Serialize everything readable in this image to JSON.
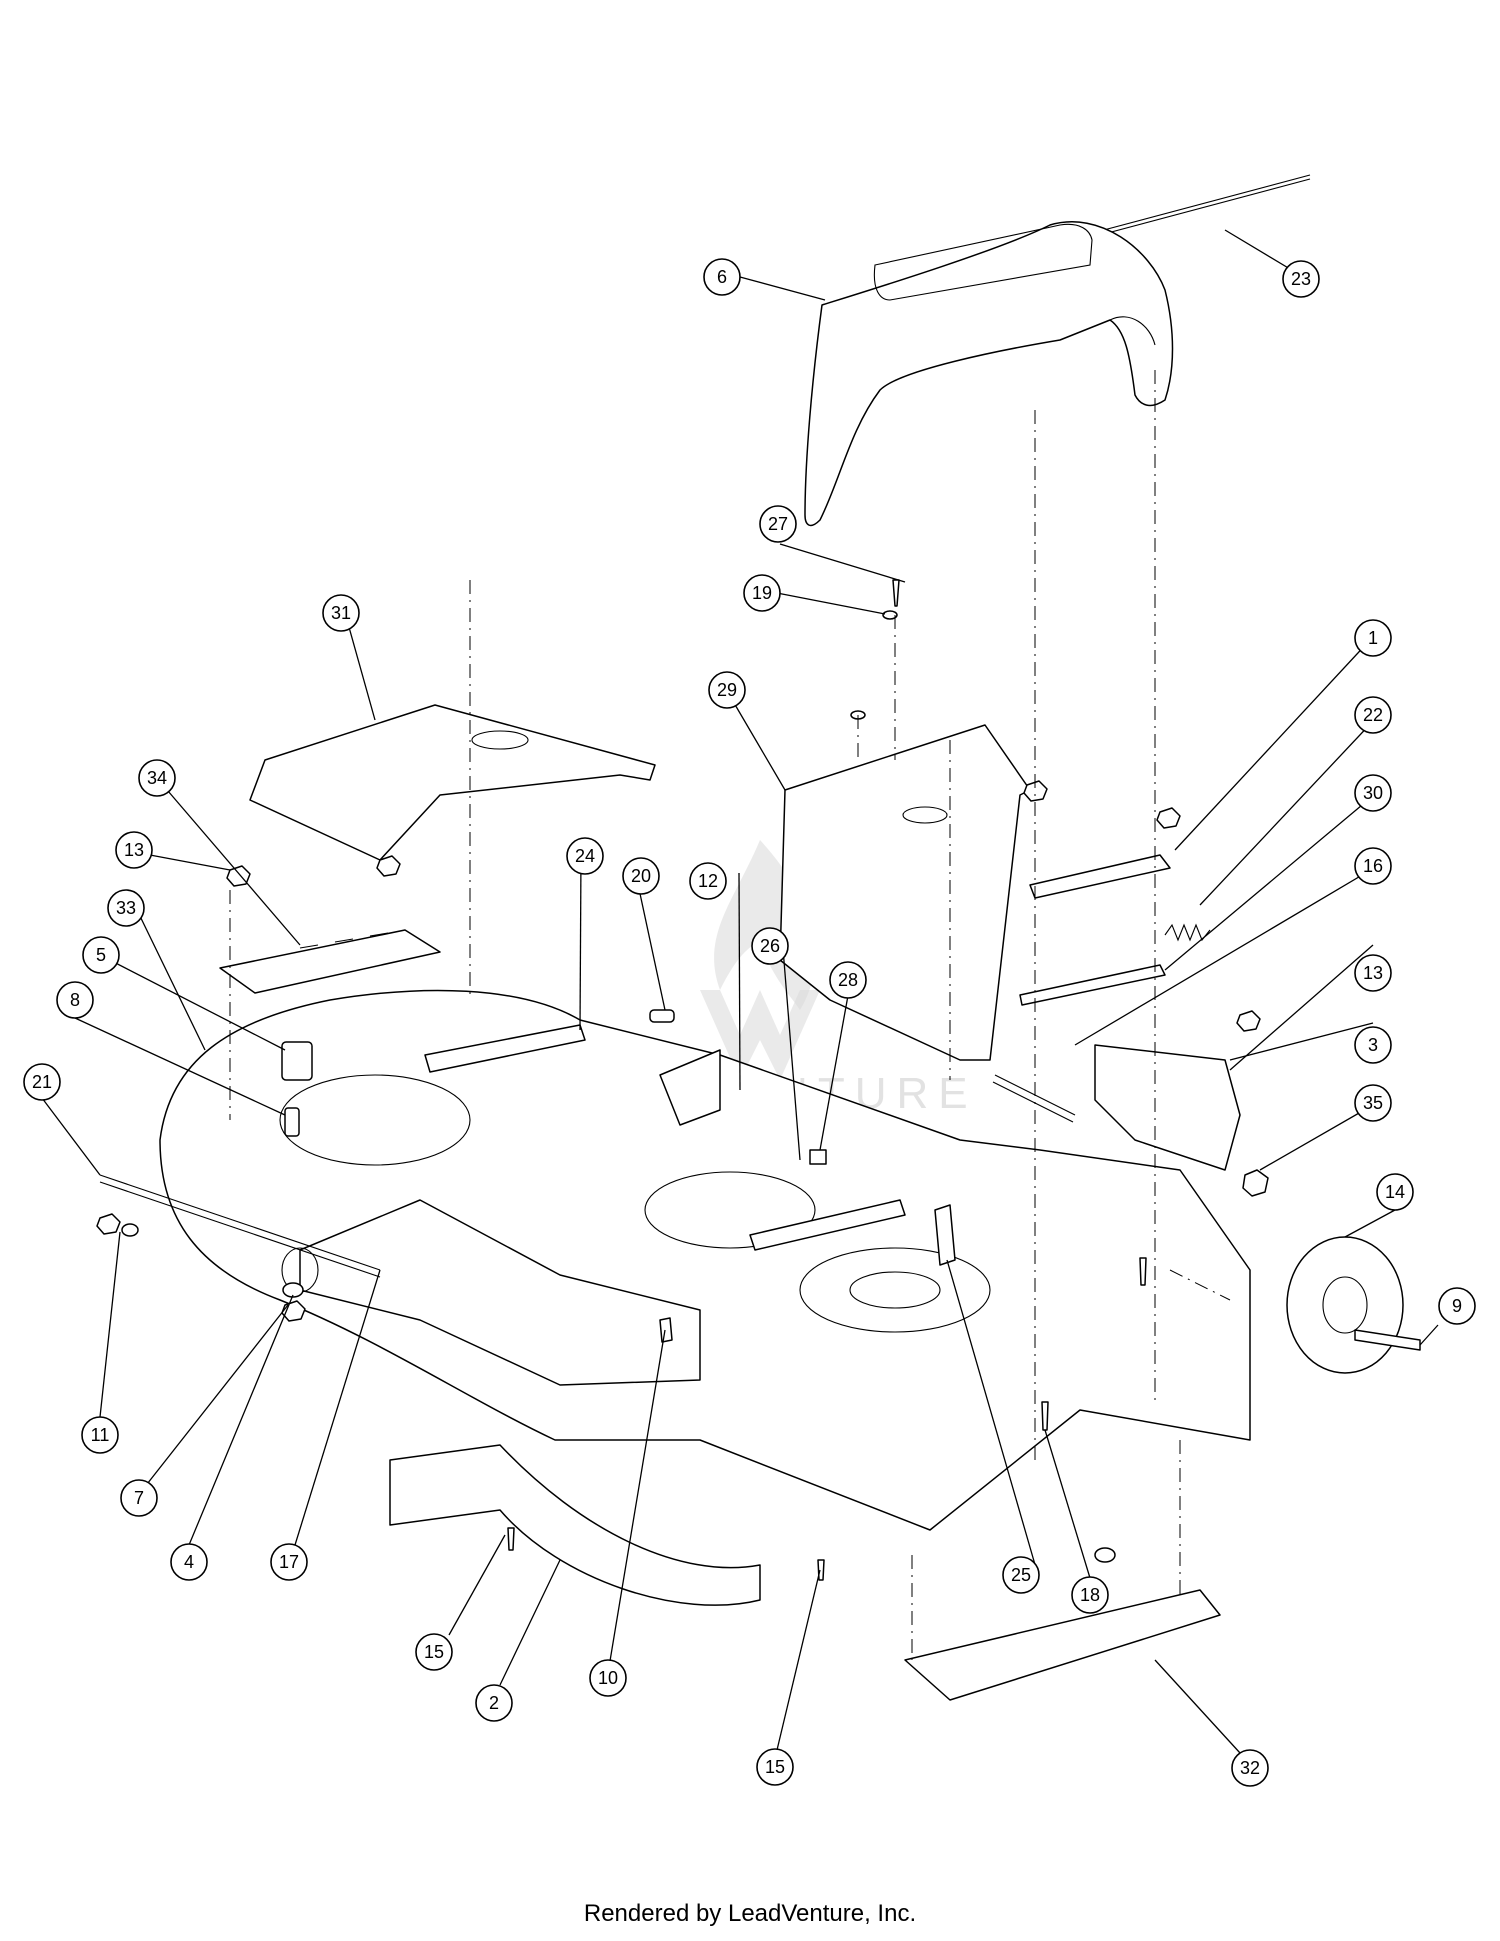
{
  "watermark": {
    "text": "LEADVENTURE"
  },
  "footer": {
    "text": "Rendered by LeadVenture, Inc."
  },
  "callouts": [
    {
      "label": "1",
      "name": "callout-1"
    },
    {
      "label": "2",
      "name": "callout-2"
    },
    {
      "label": "3",
      "name": "callout-3"
    },
    {
      "label": "4",
      "name": "callout-4"
    },
    {
      "label": "5",
      "name": "callout-5"
    },
    {
      "label": "6",
      "name": "callout-6"
    },
    {
      "label": "7",
      "name": "callout-7"
    },
    {
      "label": "8",
      "name": "callout-8"
    },
    {
      "label": "9",
      "name": "callout-9"
    },
    {
      "label": "10",
      "name": "callout-10"
    },
    {
      "label": "11",
      "name": "callout-11"
    },
    {
      "label": "12",
      "name": "callout-12"
    },
    {
      "label": "13",
      "name": "callout-13-left"
    },
    {
      "label": "13",
      "name": "callout-13-right"
    },
    {
      "label": "14",
      "name": "callout-14"
    },
    {
      "label": "15",
      "name": "callout-15-left"
    },
    {
      "label": "15",
      "name": "callout-15-right"
    },
    {
      "label": "16",
      "name": "callout-16"
    },
    {
      "label": "17",
      "name": "callout-17"
    },
    {
      "label": "18",
      "name": "callout-18"
    },
    {
      "label": "19",
      "name": "callout-19"
    },
    {
      "label": "20",
      "name": "callout-20"
    },
    {
      "label": "21",
      "name": "callout-21"
    },
    {
      "label": "22",
      "name": "callout-22"
    },
    {
      "label": "23",
      "name": "callout-23"
    },
    {
      "label": "24",
      "name": "callout-24"
    },
    {
      "label": "25",
      "name": "callout-25"
    },
    {
      "label": "26",
      "name": "callout-26"
    },
    {
      "label": "27",
      "name": "callout-27"
    },
    {
      "label": "28",
      "name": "callout-28"
    },
    {
      "label": "29",
      "name": "callout-29"
    },
    {
      "label": "30",
      "name": "callout-30"
    },
    {
      "label": "31",
      "name": "callout-31"
    },
    {
      "label": "32",
      "name": "callout-32"
    },
    {
      "label": "33",
      "name": "callout-33"
    },
    {
      "label": "34",
      "name": "callout-34"
    },
    {
      "label": "35",
      "name": "callout-35"
    }
  ]
}
